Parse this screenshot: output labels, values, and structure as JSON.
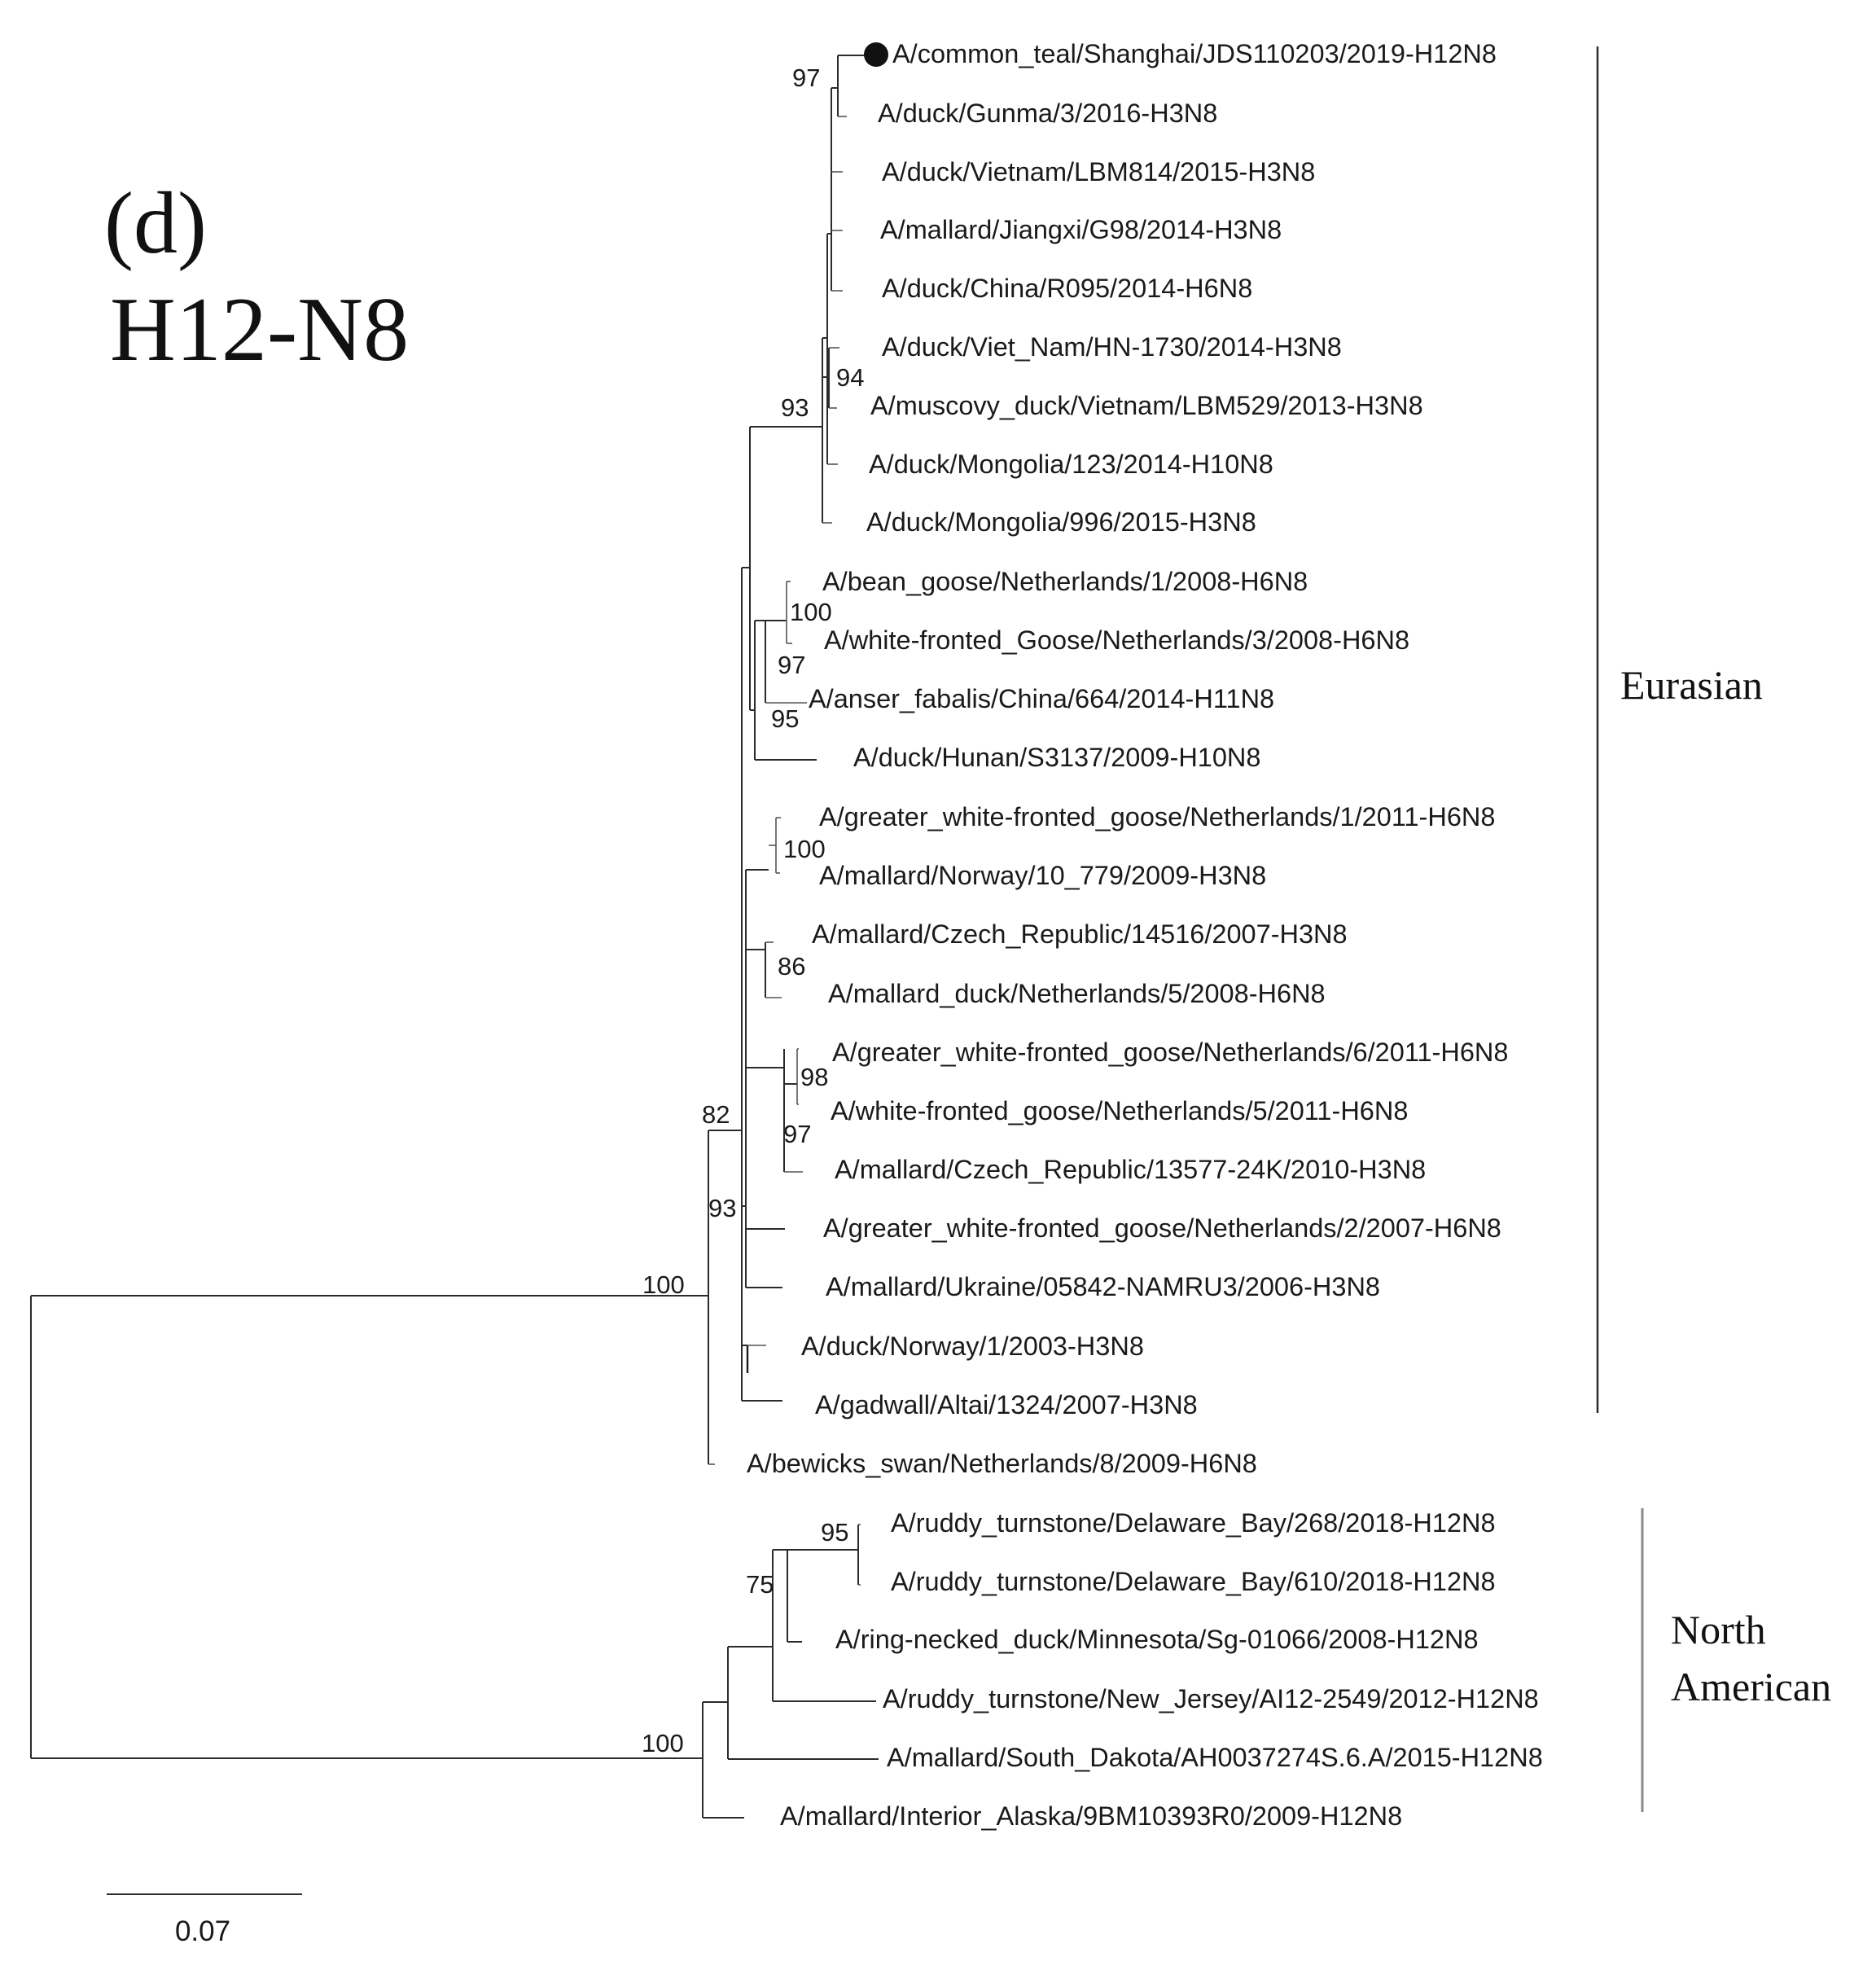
{
  "panel": {
    "letter": "(d)",
    "title": "H12-N8"
  },
  "taxa": [
    {
      "label": "A/common_teal/Shanghai/JDS110203/2019-H12N8",
      "marker": "filled-circle"
    },
    {
      "label": "A/duck/Gunma/3/2016-H3N8"
    },
    {
      "label": "A/duck/Vietnam/LBM814/2015-H3N8"
    },
    {
      "label": "A/mallard/Jiangxi/G98/2014-H3N8"
    },
    {
      "label": "A/duck/China/R095/2014-H6N8"
    },
    {
      "label": "A/duck/Viet_Nam/HN-1730/2014-H3N8"
    },
    {
      "label": "A/muscovy_duck/Vietnam/LBM529/2013-H3N8"
    },
    {
      "label": "A/duck/Mongolia/123/2014-H10N8"
    },
    {
      "label": "A/duck/Mongolia/996/2015-H3N8"
    },
    {
      "label": "A/bean_goose/Netherlands/1/2008-H6N8"
    },
    {
      "label": "A/white-fronted_Goose/Netherlands/3/2008-H6N8"
    },
    {
      "label": "A/anser_fabalis/China/664/2014-H11N8"
    },
    {
      "label": "A/duck/Hunan/S3137/2009-H10N8"
    },
    {
      "label": "A/greater_white-fronted_goose/Netherlands/1/2011-H6N8"
    },
    {
      "label": "A/mallard/Norway/10_779/2009-H3N8"
    },
    {
      "label": "A/mallard/Czech_Republic/14516/2007-H3N8"
    },
    {
      "label": "A/mallard_duck/Netherlands/5/2008-H6N8"
    },
    {
      "label": "A/greater_white-fronted_goose/Netherlands/6/2011-H6N8"
    },
    {
      "label": "A/white-fronted_goose/Netherlands/5/2011-H6N8"
    },
    {
      "label": "A/mallard/Czech_Republic/13577-24K/2010-H3N8"
    },
    {
      "label": "A/greater_white-fronted_goose/Netherlands/2/2007-H6N8"
    },
    {
      "label": "A/mallard/Ukraine/05842-NAMRU3/2006-H3N8"
    },
    {
      "label": "A/duck/Norway/1/2003-H3N8"
    },
    {
      "label": "A/gadwall/Altai/1324/2007-H3N8"
    },
    {
      "label": "A/bewicks_swan/Netherlands/8/2009-H6N8"
    },
    {
      "label": "A/ruddy_turnstone/Delaware_Bay/268/2018-H12N8"
    },
    {
      "label": "A/ruddy_turnstone/Delaware_Bay/610/2018-H12N8"
    },
    {
      "label": "A/ring-necked_duck/Minnesota/Sg-01066/2008-H12N8"
    },
    {
      "label": "A/ruddy_turnstone/New_Jersey/AI12-2549/2012-H12N8"
    },
    {
      "label": "A/mallard/South_Dakota/AH0037274S.6.A/2015-H12N8"
    },
    {
      "label": "A/mallard/Interior_Alaska/9BM10393R0/2009-H12N8"
    }
  ],
  "bootstrap": [
    "97",
    "94",
    "93",
    "100",
    "97",
    "95",
    "100",
    "86",
    "98",
    "97",
    "82",
    "93",
    "100",
    "95",
    "75",
    "100"
  ],
  "clades": [
    {
      "name": "Eurasian",
      "lines": [
        "Eurasian"
      ]
    },
    {
      "name": "North American",
      "lines": [
        "North",
        "American"
      ]
    }
  ],
  "scale_bar": {
    "value": "0.07"
  }
}
